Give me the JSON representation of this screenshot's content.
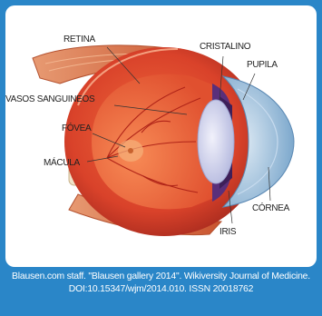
{
  "labels": {
    "retina": "RETINA",
    "cristalino": "CRISTALINO",
    "pupila": "PUPILA",
    "vasos": "VASOS SANGUINEOS",
    "fovea": "FÓVEA",
    "macula": "MÁCULA",
    "cornea": "CÓRNEA",
    "iris": "IRIS"
  },
  "caption": {
    "line1": "Blausen.com staff. \"Blausen gallery 2014\". Wikiversity Journal of Medicine.",
    "line2": "DOI:10.15347/wjm/2014.010. ISSN 20018762"
  },
  "colors": {
    "frame": "#2a86c8",
    "panel": "#ffffff",
    "muscle": "#d96a3e",
    "eye_outer": "#c63a2a",
    "eye_inner": "#e8532f",
    "cornea": "#8fb9d9",
    "lens": "#c9cbe6"
  }
}
